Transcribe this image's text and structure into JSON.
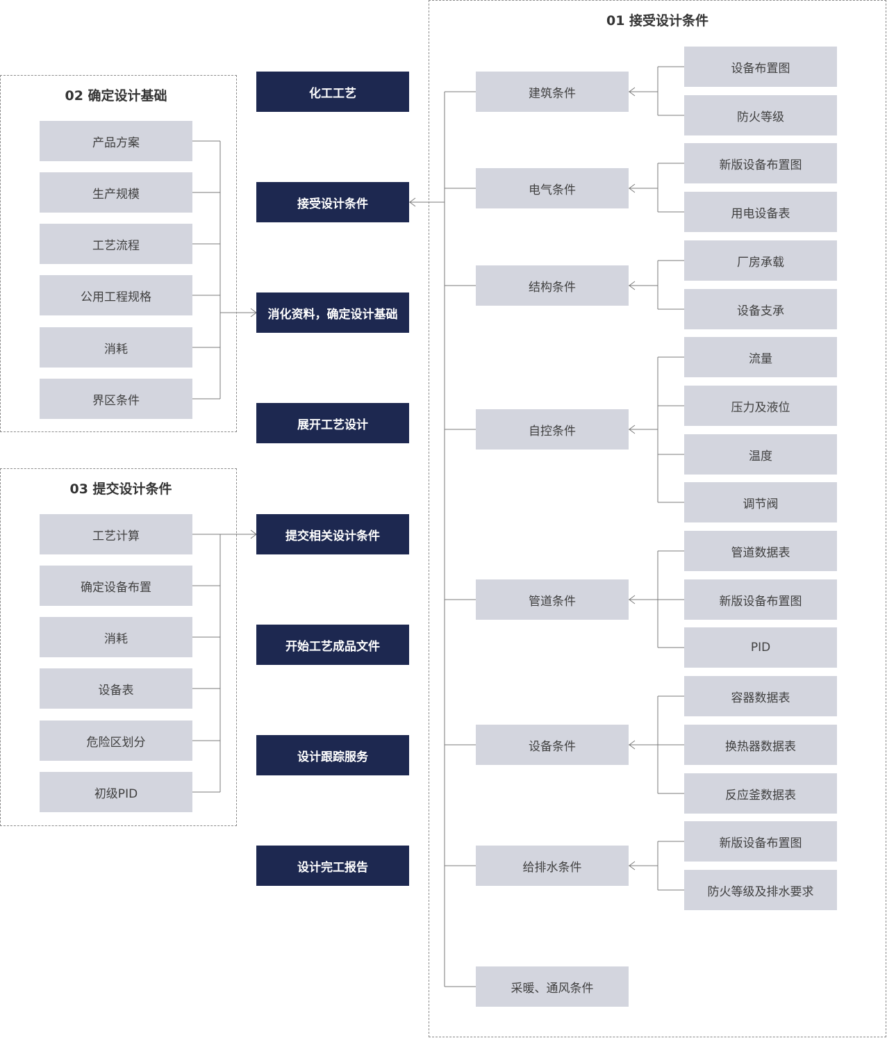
{
  "steps": [
    "化工工艺",
    "接受设计条件",
    "消化资料，确定设计基础",
    "展开工艺设计",
    "提交相关设计条件",
    "开始工艺成品文件",
    "设计跟踪服务",
    "设计完工报告"
  ],
  "section01": {
    "title": "01  接受设计条件",
    "conditions": [
      {
        "label": "建筑条件",
        "items": [
          "设备布置图",
          "防火等级"
        ]
      },
      {
        "label": "电气条件",
        "items": [
          "新版设备布置图",
          "用电设备表"
        ]
      },
      {
        "label": "结构条件",
        "items": [
          "厂房承载",
          "设备支承"
        ]
      },
      {
        "label": "自控条件",
        "items": [
          "流量",
          "压力及液位",
          "温度",
          "调节阀"
        ]
      },
      {
        "label": "管道条件",
        "items": [
          "管道数据表",
          "新版设备布置图",
          "PID"
        ]
      },
      {
        "label": "设备条件",
        "items": [
          "容器数据表",
          "换热器数据表",
          "反应釜数据表"
        ]
      },
      {
        "label": "给排水条件",
        "items": [
          "新版设备布置图",
          "防火等级及排水要求"
        ]
      },
      {
        "label": "采暖、通风条件",
        "items": []
      }
    ]
  },
  "section02": {
    "title": "02  确定设计基础",
    "items": [
      "产品方案",
      "生产规模",
      "工艺流程",
      "公用工程规格",
      "消耗",
      "界区条件"
    ]
  },
  "section03": {
    "title": "03  提交设计条件",
    "items": [
      "工艺计算",
      "确定设备布置",
      "消耗",
      "设备表",
      "危险区划分",
      "初级PID"
    ]
  }
}
